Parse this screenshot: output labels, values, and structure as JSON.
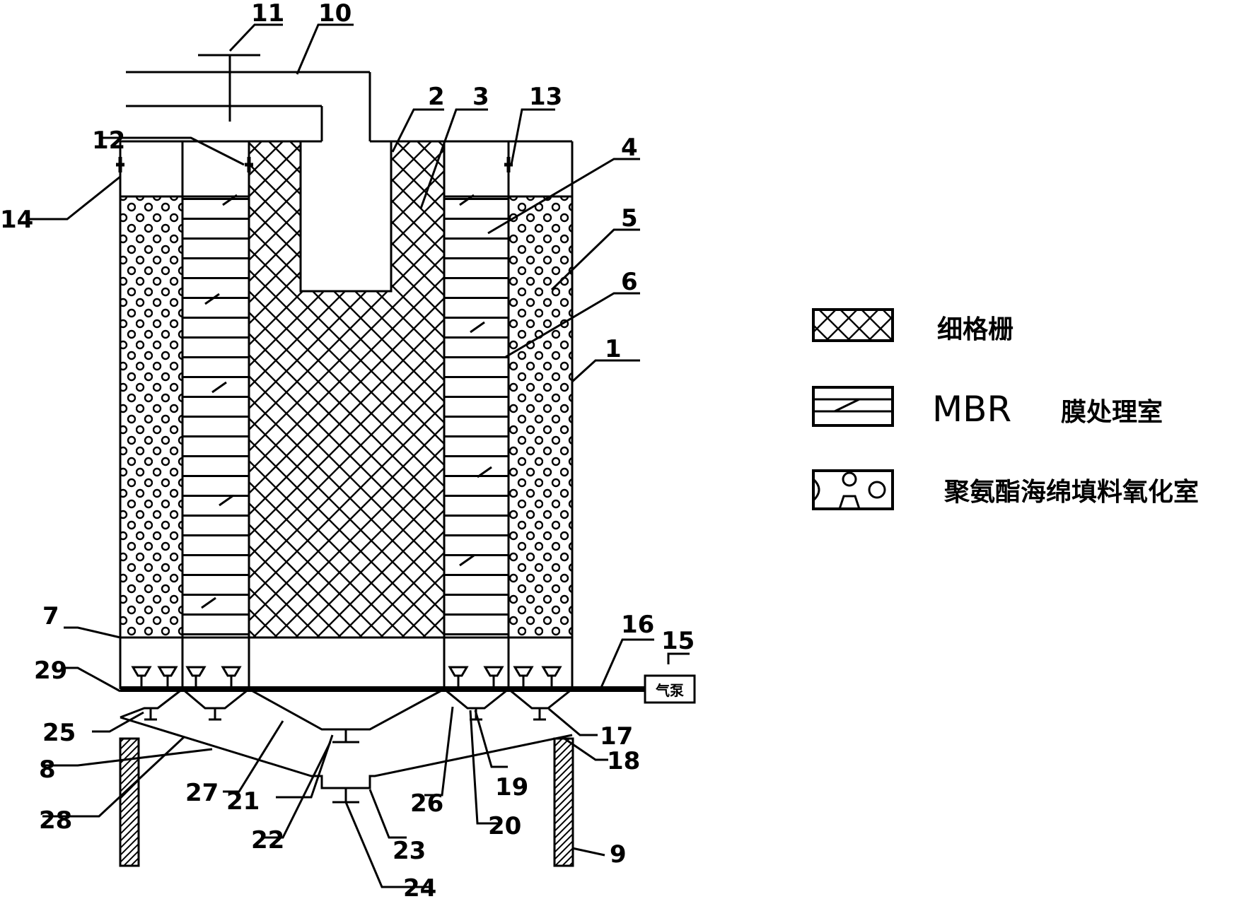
{
  "part_numbers": [
    "1",
    "2",
    "3",
    "4",
    "5",
    "6",
    "7",
    "8",
    "9",
    "10",
    "11",
    "12",
    "13",
    "14",
    "15",
    "16",
    "17",
    "18",
    "19",
    "20",
    "21",
    "22",
    "23",
    "24",
    "25",
    "26",
    "27",
    "28",
    "29"
  ],
  "legend": [
    {
      "id": "grid",
      "text": "细格栅"
    },
    {
      "id": "mbr",
      "prefix": "MBR",
      "text": "膜处理室"
    },
    {
      "id": "sponge",
      "text": "聚氨酯海绵填料氧化室"
    }
  ],
  "blower_label": "气泵"
}
